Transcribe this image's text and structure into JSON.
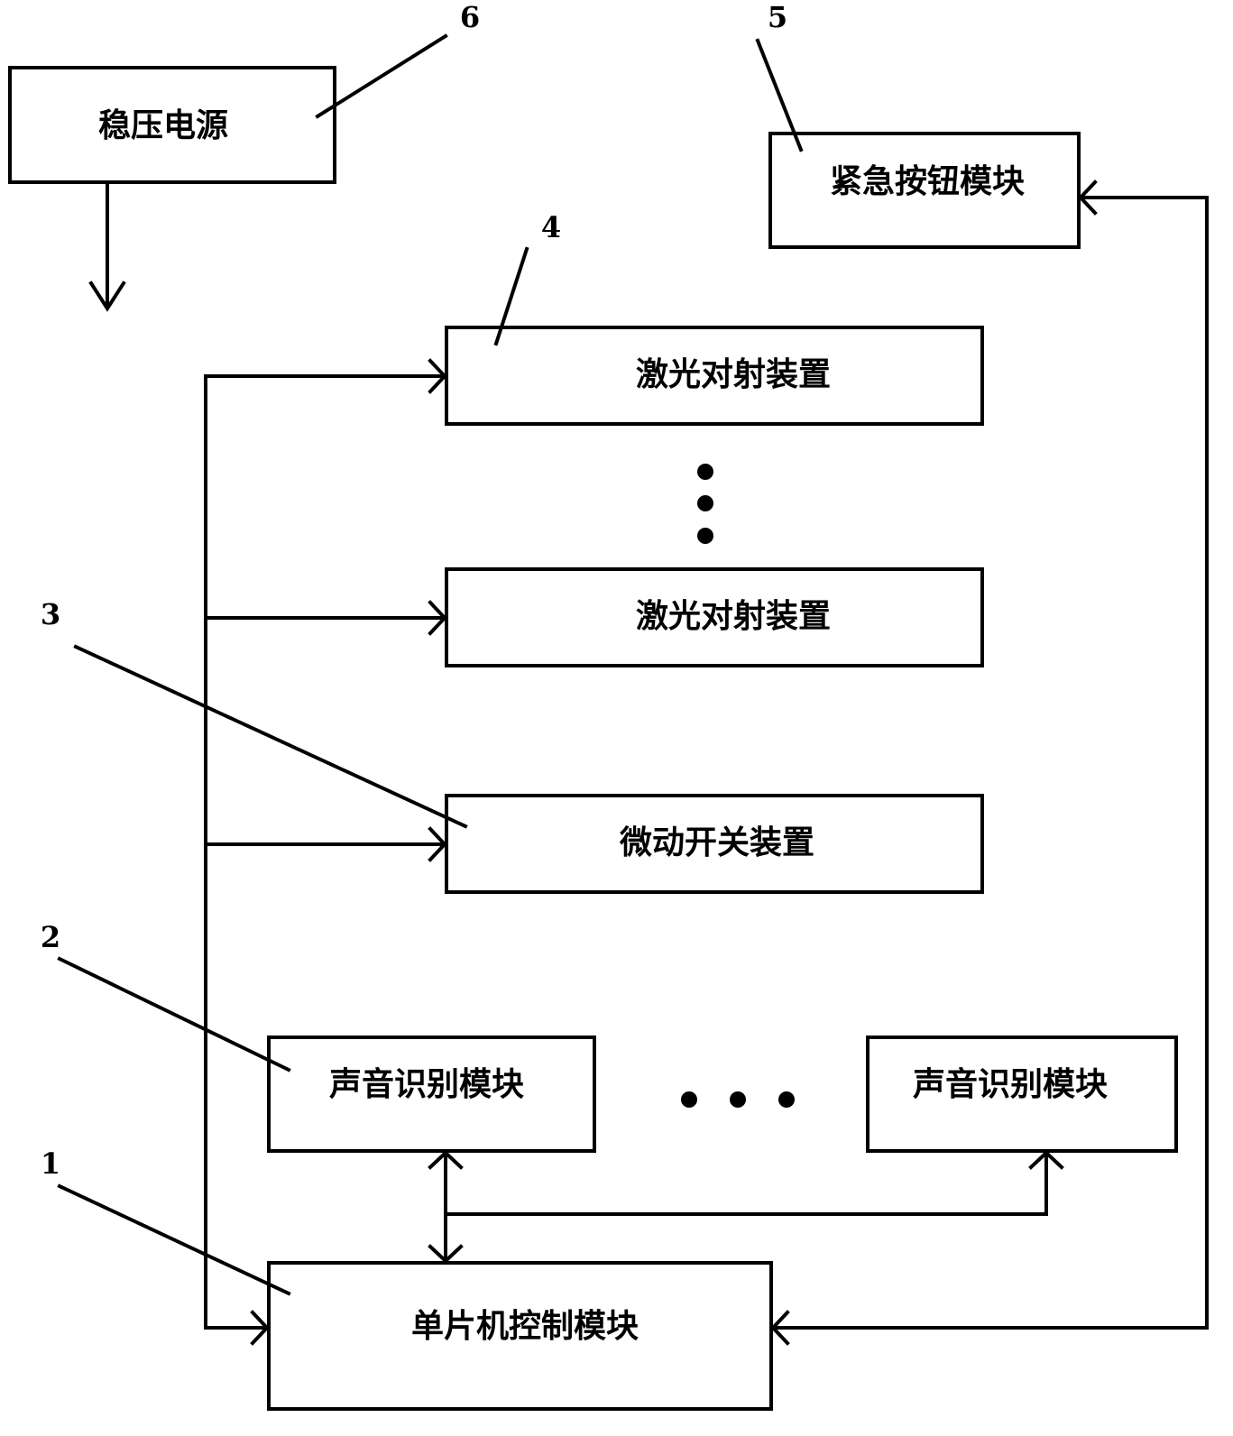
{
  "boxes": {
    "power": "稳压电源",
    "emergency_button": "紧急按钮模块",
    "laser_1": "激光对射装置",
    "laser_2": "激光对射装置",
    "micro_switch": "微动开关装置",
    "voice_1": "声音识别模块",
    "voice_2": "声音识别模块",
    "mcu": "单片机控制模块"
  },
  "ref_numbers": {
    "n1": "1",
    "n2": "2",
    "n3": "3",
    "n4": "4",
    "n5": "5",
    "n6": "6"
  },
  "colors": {
    "stroke": "#000000",
    "background": "#ffffff"
  }
}
